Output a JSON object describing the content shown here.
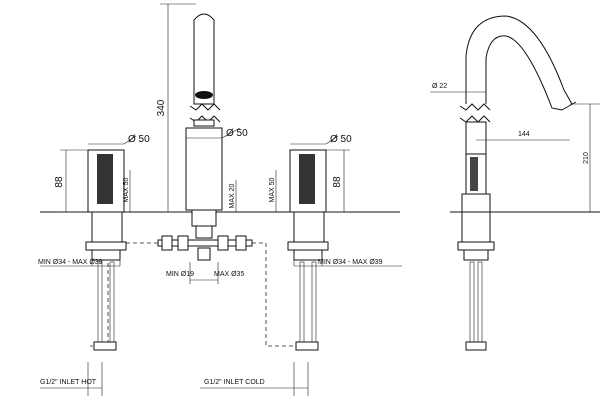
{
  "labels": {
    "spout_height": "340",
    "spout_diameter": "Ø 50",
    "left_handle_diameter": "Ø 50",
    "right_handle_diameter": "Ø 50",
    "left_handle_height": "88",
    "right_handle_height": "88",
    "left_max_deck": "MAX 50",
    "right_max_deck": "MAX 50",
    "spout_max_deck": "MAX 20",
    "left_hole_range": "MIN Ø34 - MAX Ø39",
    "right_hole_range": "MIN Ø34 - MAX Ø39",
    "spout_hole_min": "MIN Ø19",
    "spout_hole_max": "MAX Ø35",
    "inlet_hot": "G1/2\" INLET HOT",
    "inlet_cold": "G1/2\" INLET COLD",
    "side_tube_diameter": "Ø 22",
    "side_reach": "144",
    "side_height": "210"
  }
}
